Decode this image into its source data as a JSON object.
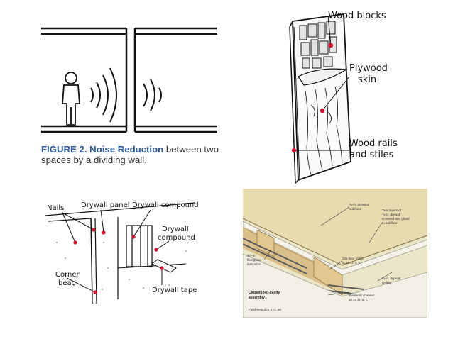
{
  "noise_panel": {
    "caption_number": "FIGURE 2. Noise Reduction",
    "caption_rest": " between two spaces by a dividing wall."
  },
  "door_panel": {
    "labels": {
      "wood_blocks": "Wood blocks",
      "plywood_1": "Plywood",
      "plywood_2": "skin",
      "rails_1": "Wood rails",
      "rails_2": "and stiles"
    },
    "accent_color": "#d0102a"
  },
  "drywall_panel": {
    "labels": {
      "nails": "Nails",
      "drywall_panel": "Drywall panel",
      "drywall_compound_top": "Drywall compound",
      "drywall_compound_1": "Drywall",
      "drywall_compound_2": "compound",
      "corner_1": "Corner",
      "corner_2": "bead",
      "drywall_tape": "Drywall tape"
    }
  },
  "floor_panel": {
    "labels": {
      "plywood_subfloor_1": "¾-in. plywood",
      "plywood_subfloor_2": "subfloor",
      "two_layers_1": "Two layers of",
      "two_layers_2": "⅝-in. drywall",
      "two_layers_3": "screwed and glued",
      "two_layers_4": "to subfloor",
      "insulation_1": "3½-in.",
      "insulation_2": "fiberglass",
      "insulation_3": "insulation",
      "joists_1": "2x8 floor joists",
      "joists_2": "at 16 in. o. c.",
      "ceiling_1": "⅝-in. drywall",
      "ceiling_2": "ceiling",
      "channel_1": "Resilient channel",
      "channel_2": "at 24 in. o. c.",
      "assembly_1": "Closed joist-cavity",
      "assembly_2": "assembly",
      "tested": "Field-tested at STC 56"
    }
  }
}
